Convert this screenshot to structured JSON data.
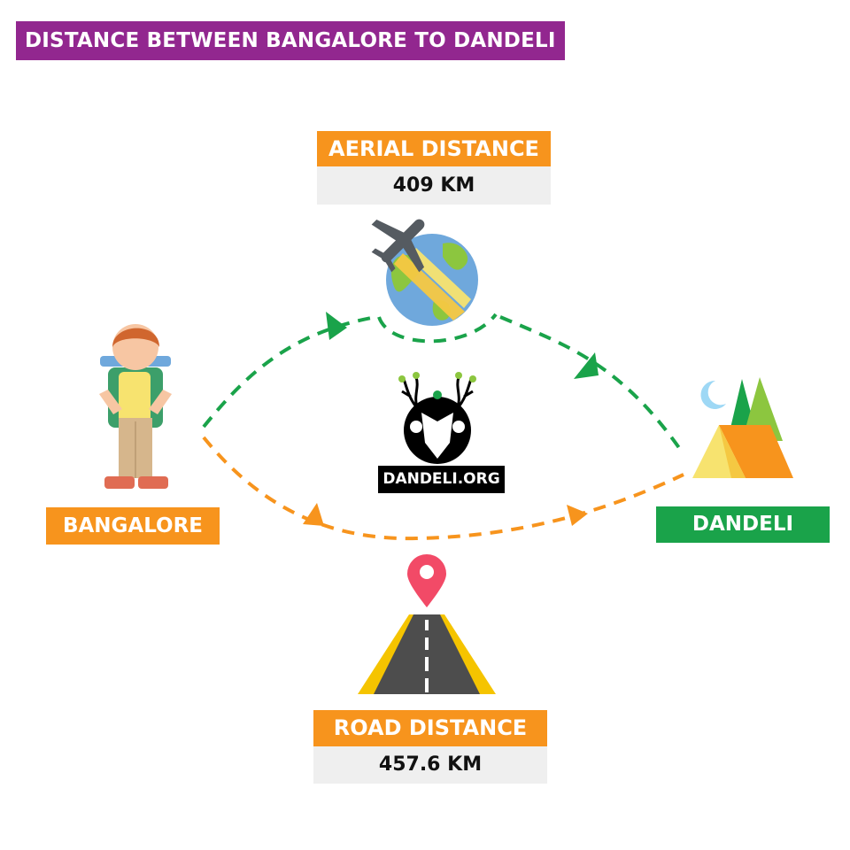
{
  "title": "DISTANCE BETWEEN BANGALORE TO DANDELI",
  "aerial": {
    "label": "AERIAL DISTANCE",
    "value": "409 KM"
  },
  "road": {
    "label": "ROAD DISTANCE",
    "value": "457.6 KM"
  },
  "origin": "BANGALORE",
  "destination": "DANDELI",
  "brand": "DANDELI.ORG",
  "colors": {
    "title_bg": "#92278f",
    "badge_orange": "#f7941d",
    "badge_green": "#1aa34a",
    "aerial_path": "#1aa34a",
    "road_path": "#f7941d",
    "value_bg": "#efefef"
  },
  "icons": [
    "traveler-icon",
    "airplane-globe-icon",
    "deer-logo-icon",
    "camping-tent-icon",
    "map-pin-icon",
    "road-icon"
  ]
}
